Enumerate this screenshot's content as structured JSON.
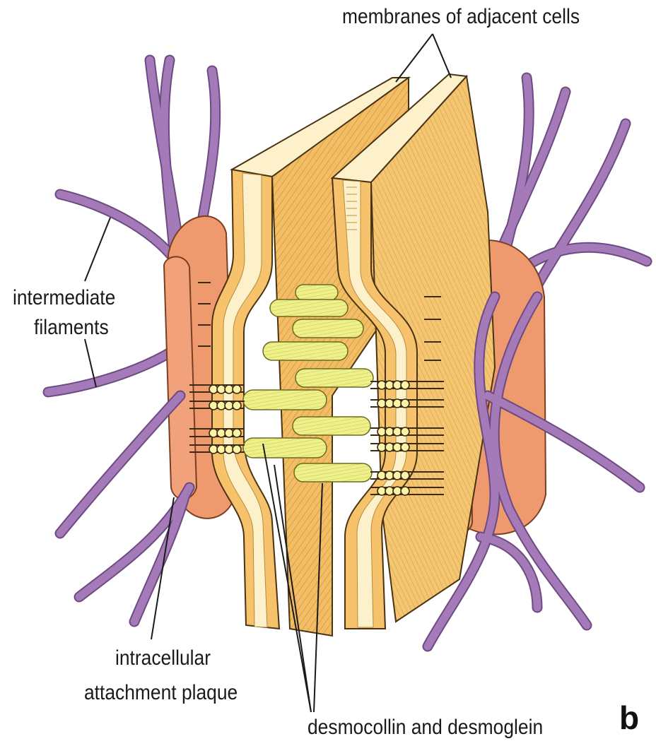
{
  "labels": {
    "membranes": "membranes of adjacent cells",
    "intermediate_line1": "intermediate",
    "intermediate_line2": "filaments",
    "plaque_line1": "intracellular",
    "plaque_line2": "attachment plaque",
    "desmo": "desmocollin and desmoglein",
    "panel_letter": "b"
  },
  "colors": {
    "background": "#ffffff",
    "membrane_outer": "#f6c26b",
    "membrane_mid": "#f9d88e",
    "membrane_inner": "#fdf1cc",
    "membrane_shadow": "#d99c3c",
    "plaque": "#ef9a6e",
    "plaque_shadow": "#c86a44",
    "filament": "#a47ab8",
    "filament_dark": "#6e4a82",
    "cadherin": "#eef08a",
    "cadherin_shadow": "#a9a83a",
    "leader_line": "#1a1a1a"
  },
  "icons": {
    "filaments": "intermediate-filament-icon",
    "plaque": "attachment-plaque-icon",
    "membrane": "cell-membrane-icon",
    "cadherin": "cadherin-rod-icon"
  }
}
